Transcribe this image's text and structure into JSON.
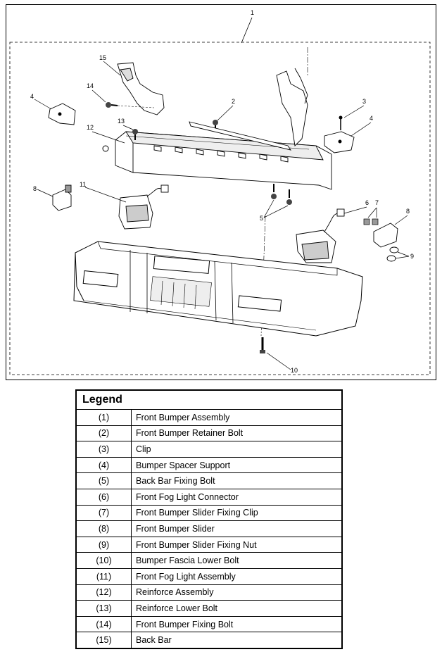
{
  "diagram": {
    "callouts": {
      "c1": "1",
      "c2": "2",
      "c3": "3",
      "c4a": "4",
      "c4b": "4",
      "c5": "5",
      "c6": "6",
      "c7": "7",
      "c8a": "8",
      "c8b": "8",
      "c9": "9",
      "c10": "10",
      "c11": "11",
      "c12": "12",
      "c13": "13",
      "c14": "14",
      "c15": "15"
    }
  },
  "legend": {
    "title": "Legend",
    "rows": [
      {
        "num": "(1)",
        "desc": "Front Bumper Assembly"
      },
      {
        "num": "(2)",
        "desc": "Front Bumper Retainer Bolt"
      },
      {
        "num": "(3)",
        "desc": "Clip"
      },
      {
        "num": "(4)",
        "desc": "Bumper Spacer Support"
      },
      {
        "num": "(5)",
        "desc": "Back Bar Fixing Bolt"
      },
      {
        "num": "(6)",
        "desc": "Front Fog Light Connector"
      },
      {
        "num": "(7)",
        "desc": "Front Bumper Slider Fixing Clip"
      },
      {
        "num": "(8)",
        "desc": "Front Bumper Slider"
      },
      {
        "num": "(9)",
        "desc": "Front Bumper Slider Fixing Nut"
      },
      {
        "num": "(10)",
        "desc": "Bumper Fascia Lower Bolt"
      },
      {
        "num": "(11)",
        "desc": "Front Fog Light Assembly"
      },
      {
        "num": "(12)",
        "desc": "Reinforce Assembly"
      },
      {
        "num": "(13)",
        "desc": "Reinforce Lower Bolt"
      },
      {
        "num": "(14)",
        "desc": "Front Bumper Fixing Bolt"
      },
      {
        "num": "(15)",
        "desc": "Back Bar"
      }
    ]
  }
}
